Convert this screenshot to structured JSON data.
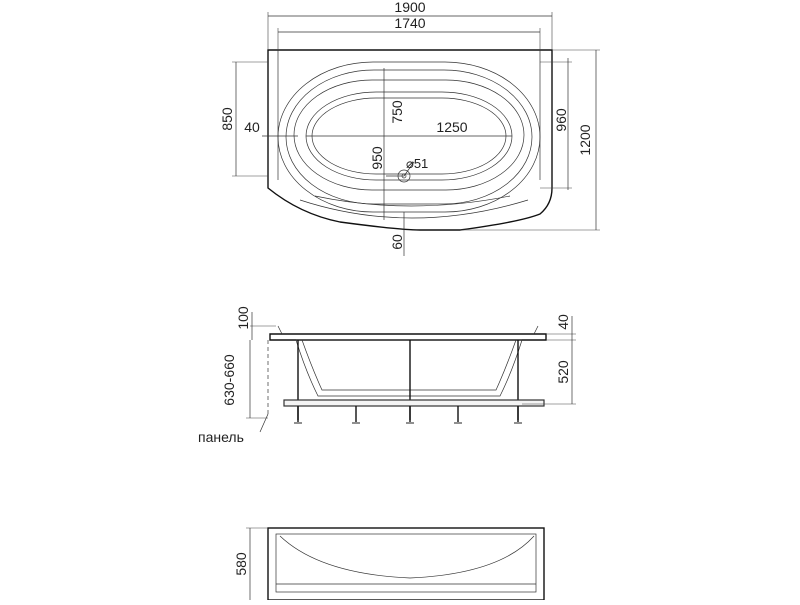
{
  "top_view": {
    "dim_overall_width": "1900",
    "dim_inner_width": "1740",
    "dim_depth_850": "850",
    "dim_side_40": "40",
    "dim_bowl_750": "750",
    "dim_bowl_length": "1250",
    "dim_drain_offset": "950",
    "dim_drain_diameter": "⌀51",
    "dim_depth_960": "960",
    "dim_total_depth": "1200",
    "dim_front_60": "60"
  },
  "side_view": {
    "dim_rim_100": "100",
    "dim_height_range": "630-660",
    "dim_rim_40": "40",
    "dim_bowl_depth": "520",
    "panel_label": "панель"
  },
  "panel_view": {
    "dim_panel_height": "580"
  }
}
